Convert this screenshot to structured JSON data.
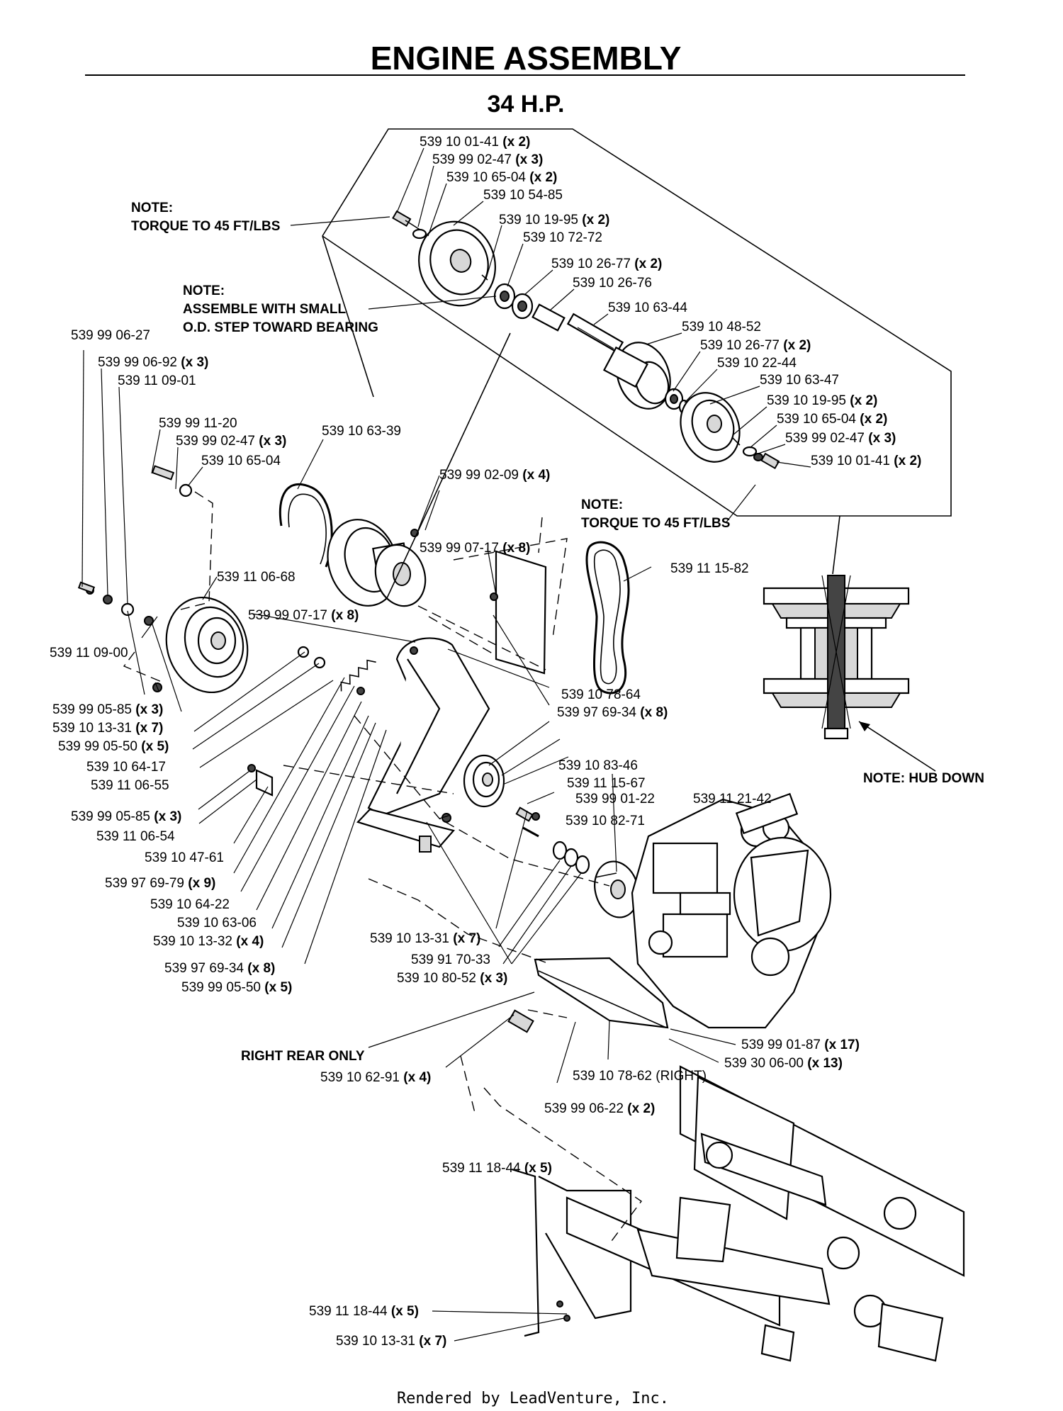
{
  "title": "ENGINE ASSEMBLY",
  "subtitle": "34 H.P.",
  "footer": "Rendered by LeadVenture, Inc.",
  "notes": {
    "torque_top_1": "NOTE:",
    "torque_top_2": "TORQUE TO 45 FT/LBS",
    "assemble_1": "NOTE:",
    "assemble_2": "ASSEMBLE WITH SMALL",
    "assemble_3": "O.D. STEP TOWARD BEARING",
    "torque_mid_1": "NOTE:",
    "torque_mid_2": "TORQUE TO 45 FT/LBS",
    "hub_down": "NOTE: HUB DOWN",
    "right_rear": "RIGHT REAR ONLY"
  },
  "callouts": [
    {
      "num": "539 10 01-41",
      "qty": "(x 2)"
    },
    {
      "num": "539 99 02-47",
      "qty": "(x 3)"
    },
    {
      "num": "539 10 65-04",
      "qty": "(x 2)"
    },
    {
      "num": "539 10 54-85",
      "qty": ""
    },
    {
      "num": "539 10 19-95",
      "qty": "(x 2)"
    },
    {
      "num": "539 10 72-72",
      "qty": ""
    },
    {
      "num": "539 10 26-77",
      "qty": "(x 2)"
    },
    {
      "num": "539 10 26-76",
      "qty": ""
    },
    {
      "num": "539 10 63-44",
      "qty": ""
    },
    {
      "num": "539 10 48-52",
      "qty": ""
    },
    {
      "num": "539 10 26-77",
      "qty": "(x 2)"
    },
    {
      "num": "539 10 22-44",
      "qty": ""
    },
    {
      "num": "539 10 63-47",
      "qty": ""
    },
    {
      "num": "539 10 19-95",
      "qty": "(x 2)"
    },
    {
      "num": "539 10 65-04",
      "qty": "(x 2)"
    },
    {
      "num": "539 99 02-47",
      "qty": "(x 3)"
    },
    {
      "num": "539 10 01-41",
      "qty": "(x 2)"
    },
    {
      "num": "539 99 06-27",
      "qty": ""
    },
    {
      "num": "539 99 06-92",
      "qty": "(x 3)"
    },
    {
      "num": "539 11 09-01",
      "qty": ""
    },
    {
      "num": "539 99 11-20",
      "qty": ""
    },
    {
      "num": "539 99 02-47",
      "qty": "(x 3)"
    },
    {
      "num": "539 10 65-04",
      "qty": ""
    },
    {
      "num": "539 10 63-39",
      "qty": ""
    },
    {
      "num": "539 99 02-09",
      "qty": "(x 4)"
    },
    {
      "num": "539 99 07-17",
      "qty": "(x 8)"
    },
    {
      "num": "539 11 15-82",
      "qty": ""
    },
    {
      "num": "539 11 06-68",
      "qty": ""
    },
    {
      "num": "539 99 07-17",
      "qty": "(x 8)"
    },
    {
      "num": "539 11 09-00",
      "qty": ""
    },
    {
      "num": "539 99 05-85",
      "qty": "(x 3)"
    },
    {
      "num": "539 10 13-31",
      "qty": "(x 7)"
    },
    {
      "num": "539 99 05-50",
      "qty": "(x 5)"
    },
    {
      "num": "539 10 64-17",
      "qty": ""
    },
    {
      "num": "539 11 06-55",
      "qty": ""
    },
    {
      "num": "539 10 78-64",
      "qty": ""
    },
    {
      "num": "539 97 69-34",
      "qty": "(x 8)"
    },
    {
      "num": "539 10 83-46",
      "qty": ""
    },
    {
      "num": "539 11 15-67",
      "qty": ""
    },
    {
      "num": "539 99 01-22",
      "qty": ""
    },
    {
      "num": "539 11 21-42",
      "qty": ""
    },
    {
      "num": "539 10 82-71",
      "qty": ""
    },
    {
      "num": "539 99 05-85",
      "qty": "(x 3)"
    },
    {
      "num": "539 11 06-54",
      "qty": ""
    },
    {
      "num": "539 10 47-61",
      "qty": ""
    },
    {
      "num": "539 97 69-79",
      "qty": "(x 9)"
    },
    {
      "num": "539 10 64-22",
      "qty": ""
    },
    {
      "num": "539 10 63-06",
      "qty": ""
    },
    {
      "num": "539 10 13-32",
      "qty": "(x 4)"
    },
    {
      "num": "539 97 69-34",
      "qty": "(x 8)"
    },
    {
      "num": "539 99 05-50",
      "qty": "(x 5)"
    },
    {
      "num": "539 10 13-31",
      "qty": "(x 7)"
    },
    {
      "num": "539 91 70-33",
      "qty": ""
    },
    {
      "num": "539 10 80-52",
      "qty": "(x 3)"
    },
    {
      "num": "539 99 01-87",
      "qty": "(x 17)"
    },
    {
      "num": "539 30 06-00",
      "qty": "(x 13)"
    },
    {
      "num": "539 10 62-91",
      "qty": "(x 4)"
    },
    {
      "num": "539 10 78-62 (RIGHT)",
      "qty": ""
    },
    {
      "num": "539 99 06-22",
      "qty": "(x 2)"
    },
    {
      "num": "539 11 18-44",
      "qty": "(x 5)"
    },
    {
      "num": "539 11 18-44",
      "qty": "(x 5)"
    },
    {
      "num": "539 10 13-31",
      "qty": "(x 7)"
    }
  ]
}
